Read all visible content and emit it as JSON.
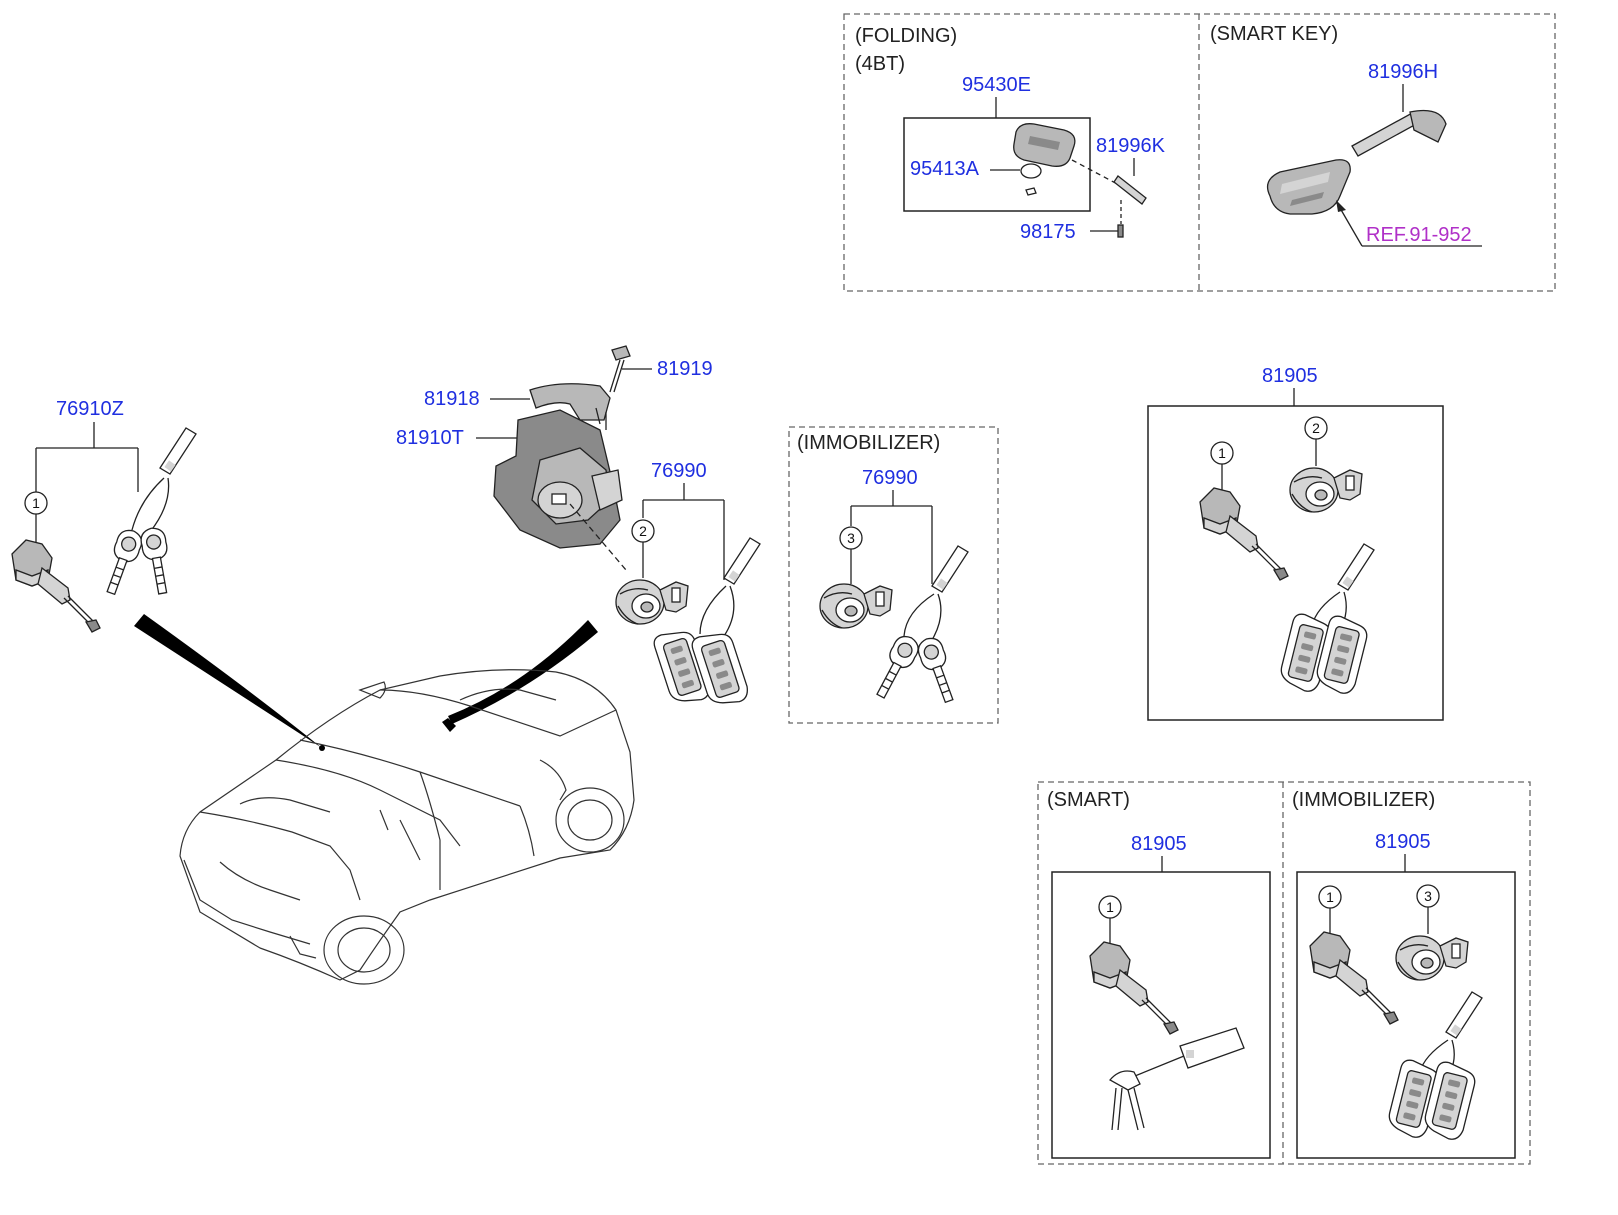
{
  "palette": {
    "part_number": "#1f2fe0",
    "caption": "#222222",
    "reference": "#b030c8"
  },
  "sections": {
    "folding": {
      "caption_1": "(FOLDING)",
      "caption_2": "(4BT)"
    },
    "smart_key": {
      "caption": "(SMART KEY)"
    },
    "immobilizer_mid": {
      "caption": "(IMMOBILIZER)"
    },
    "smart_bottom": {
      "caption": "(SMART)"
    },
    "immobilizer_bottom": {
      "caption": "(IMMOBILIZER)"
    }
  },
  "parts": {
    "p95430E": "95430E",
    "p95413A": "95413A",
    "p81996K": "81996K",
    "p98175": "98175",
    "p81996H": "81996H",
    "ref_91_952": "REF.91-952",
    "p81919": "81919",
    "p81918": "81918",
    "p81910T": "81910T",
    "p76910Z": "76910Z",
    "p76990_left": "76990",
    "p76990_immo": "76990",
    "p81905_top": "81905",
    "p81905_smart": "81905",
    "p81905_immo": "81905"
  },
  "callouts": {
    "one": "1",
    "two": "2",
    "three": "3"
  }
}
